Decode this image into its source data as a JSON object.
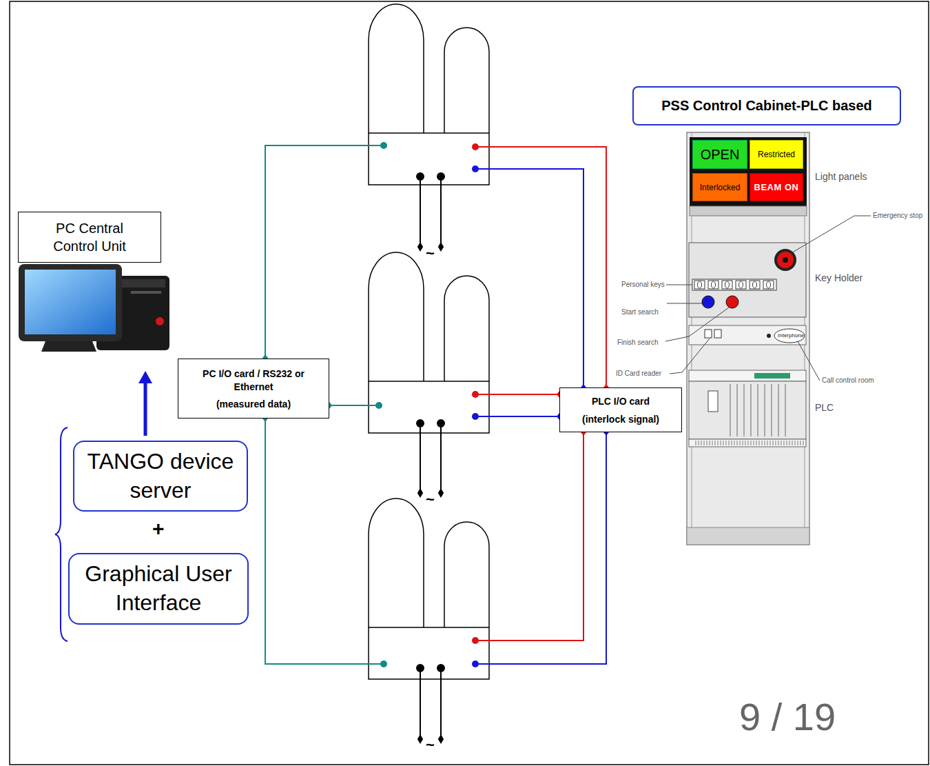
{
  "diagram": {
    "nodes": [
      {
        "text": [
          "PC Central Control Unit"
        ]
      },
      {
        "text": [
          "PC I/O card / RS232 or Ethernet",
          "(measured data)"
        ]
      },
      {
        "text": [
          "PLC I/O card",
          "(interlock signal)"
        ]
      },
      {
        "text": [
          "TANGO device server"
        ]
      },
      {
        "text": [
          "Graphical User Interface"
        ]
      },
      {
        "text": [
          "PSS Control Cabinet-PLC based"
        ]
      },
      {
        "text": [
          "OPEN"
        ]
      },
      {
        "text": [
          "Restricted"
        ]
      },
      {
        "text": [
          "Interlocked"
        ]
      },
      {
        "text": [
          "BEAM ON"
        ]
      }
    ],
    "labels": [
      "+",
      "Light panels",
      "Emergency stop",
      "Key Holder",
      "Personal keys",
      "Start search",
      "Finish search",
      "ID Card reader",
      "Interphone",
      "Call control room",
      "PLC",
      "~",
      "~",
      "~",
      "9 / 19"
    ]
  }
}
